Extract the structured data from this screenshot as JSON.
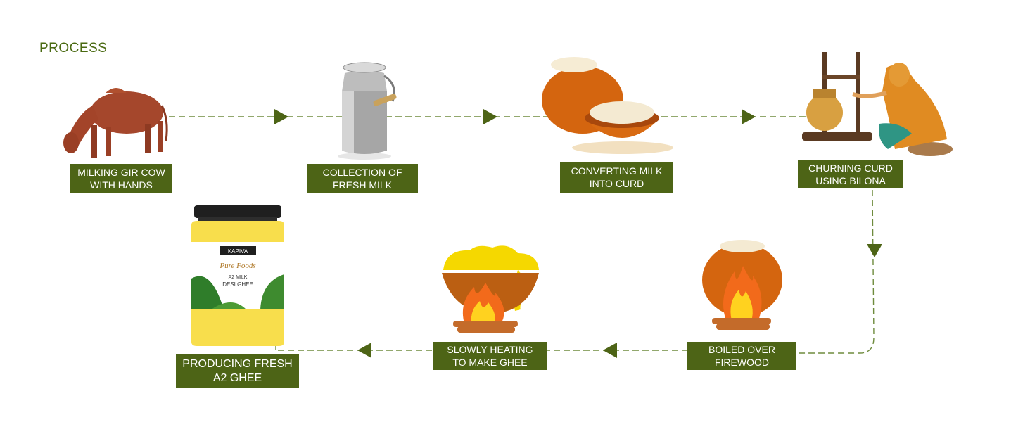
{
  "title": "PROCESS",
  "colors": {
    "accent": "#4d6416",
    "line": "#6e8b3d",
    "title": "#4a6a12"
  },
  "steps": [
    {
      "id": "milking",
      "line1": "MILKING GIR COW",
      "line2": "WITH HANDS",
      "icon": "cow-icon"
    },
    {
      "id": "collection",
      "line1": "COLLECTION OF",
      "line2": "FRESH MILK",
      "icon": "milk-can-icon"
    },
    {
      "id": "curd",
      "line1": "CONVERTING MILK",
      "line2": "INTO CURD",
      "icon": "curd-pot-icon"
    },
    {
      "id": "churning",
      "line1": "CHURNING CURD",
      "line2": "USING BILONA",
      "icon": "bilona-churning-icon"
    },
    {
      "id": "boiled",
      "line1": "BOILED OVER",
      "line2": "FIREWOOD",
      "icon": "pot-on-fire-icon"
    },
    {
      "id": "heating",
      "line1": "SLOWLY HEATING",
      "line2": "TO MAKE GHEE",
      "icon": "heating-ghee-icon"
    },
    {
      "id": "ghee",
      "line1": "PRODUCING FRESH",
      "line2": "A2 GHEE",
      "icon": "ghee-jar-icon"
    }
  ],
  "jar": {
    "brand": "KAPIVA",
    "line": "Pure Foods",
    "product1": "A2 MILK",
    "product2": "DESI GHEE"
  }
}
